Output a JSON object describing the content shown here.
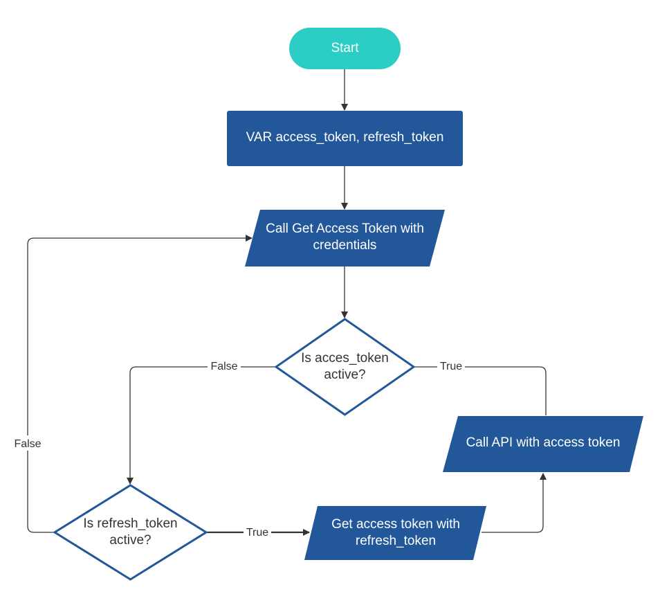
{
  "colors": {
    "start_fill": "#2ccdc4",
    "process_fill": "#22579a",
    "decision_stroke": "#22579a",
    "decision_fill": "#ffffff",
    "connector": "#333333",
    "background": "#ffffff"
  },
  "nodes": {
    "start": {
      "shape": "terminator",
      "lines": [
        "Start"
      ]
    },
    "declare_vars": {
      "shape": "process",
      "lines": [
        "VAR access_token, refresh_token"
      ]
    },
    "get_access_token": {
      "shape": "input-output",
      "lines": [
        "Call  Get Access Token with",
        "credentials"
      ]
    },
    "is_access_active": {
      "shape": "decision",
      "lines": [
        "Is acces_token",
        "active?"
      ]
    },
    "call_api": {
      "shape": "input-output",
      "lines": [
        "Call API with access token"
      ]
    },
    "is_refresh_active": {
      "shape": "decision",
      "lines": [
        "Is refresh_token",
        "active?"
      ]
    },
    "refresh_access_token": {
      "shape": "input-output",
      "lines": [
        "Get access token with",
        "refresh_token"
      ]
    }
  },
  "edges": {
    "access_false": {
      "from": "is_access_active",
      "to": "is_refresh_active",
      "label": "False"
    },
    "access_true": {
      "from": "is_access_active",
      "to": "call_api",
      "label": "True"
    },
    "refresh_false": {
      "from": "is_refresh_active",
      "to": "get_access_token",
      "label": "False"
    },
    "refresh_true": {
      "from": "is_refresh_active",
      "to": "refresh_access_token",
      "label": "True"
    },
    "refreshed_to_api": {
      "from": "refresh_access_token",
      "to": "call_api",
      "label": ""
    },
    "start_to_vars": {
      "from": "start",
      "to": "declare_vars",
      "label": ""
    },
    "vars_to_get": {
      "from": "declare_vars",
      "to": "get_access_token",
      "label": ""
    },
    "get_to_check": {
      "from": "get_access_token",
      "to": "is_access_active",
      "label": ""
    }
  }
}
